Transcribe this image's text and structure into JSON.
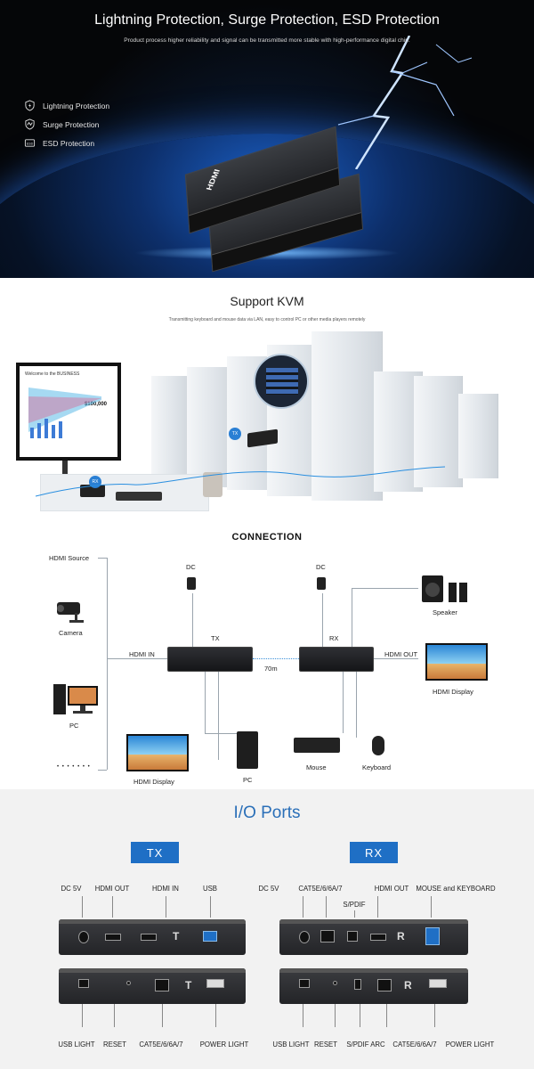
{
  "protection": {
    "title": "Lightning Protection, Surge Protection, ESD Protection",
    "subtitle": "Product process higher reliability and signal can be transmitted more stable with high-performance digital chip.",
    "features": [
      {
        "label": "Lightning Protection",
        "icon": "lightning-shield-icon"
      },
      {
        "label": "Surge Protection",
        "icon": "surge-shield-icon"
      },
      {
        "label": "ESD Protection",
        "icon": "esd-icon"
      }
    ],
    "device_label": "HDMI",
    "accent": "#2e7bff"
  },
  "kvm": {
    "title": "Support KVM",
    "subtitle": "Transmitting keyboard and mouse data via LAN, easy to control PC or other media players remotely",
    "screen_title": "Welcome to the BUSINESS",
    "screen_value": "$100,000",
    "tx_tag": "TX",
    "rx_tag": "RX"
  },
  "connection": {
    "title": "CONNECTION",
    "source_label": "HDMI Source",
    "camera_label": "Camera",
    "pc_label": "PC",
    "dots": "• • • • • • •",
    "dc_left": "DC",
    "dc_right": "DC",
    "tx_label": "TX",
    "rx_label": "RX",
    "hdmi_in": "HDMI IN",
    "hdmi_out": "HDMI OUT",
    "distance": "70m",
    "speaker_label": "Speaker",
    "display_right_label": "HDMI Display",
    "display_bottom_label": "HDMI Display",
    "pc_bottom_label": "PC",
    "mouse_label": "Mouse",
    "keyboard_label": "Keyboard"
  },
  "io": {
    "title": "I/O Ports",
    "tx_title": "TX",
    "rx_title": "RX",
    "tx_top_labels": [
      "DC 5V",
      "HDMI OUT",
      "HDMI IN",
      "USB"
    ],
    "tx_bottom_labels": [
      "USB LIGHT",
      "RESET",
      "CAT5E/6/6A/7",
      "POWER LIGHT"
    ],
    "rx_top_labels": [
      "DC 5V",
      "CAT5E/6/6A/7",
      "S/PDIF",
      "HDMI OUT",
      "MOUSE and KEYBOARD"
    ],
    "rx_bottom_labels": [
      "USB LIGHT",
      "RESET",
      "S/PDIF ARC",
      "CAT5E/6/6A/7",
      "POWER LIGHT"
    ],
    "panel_letter_tx": "T",
    "panel_letter_rx": "R",
    "accent": "#1f6fc5"
  }
}
